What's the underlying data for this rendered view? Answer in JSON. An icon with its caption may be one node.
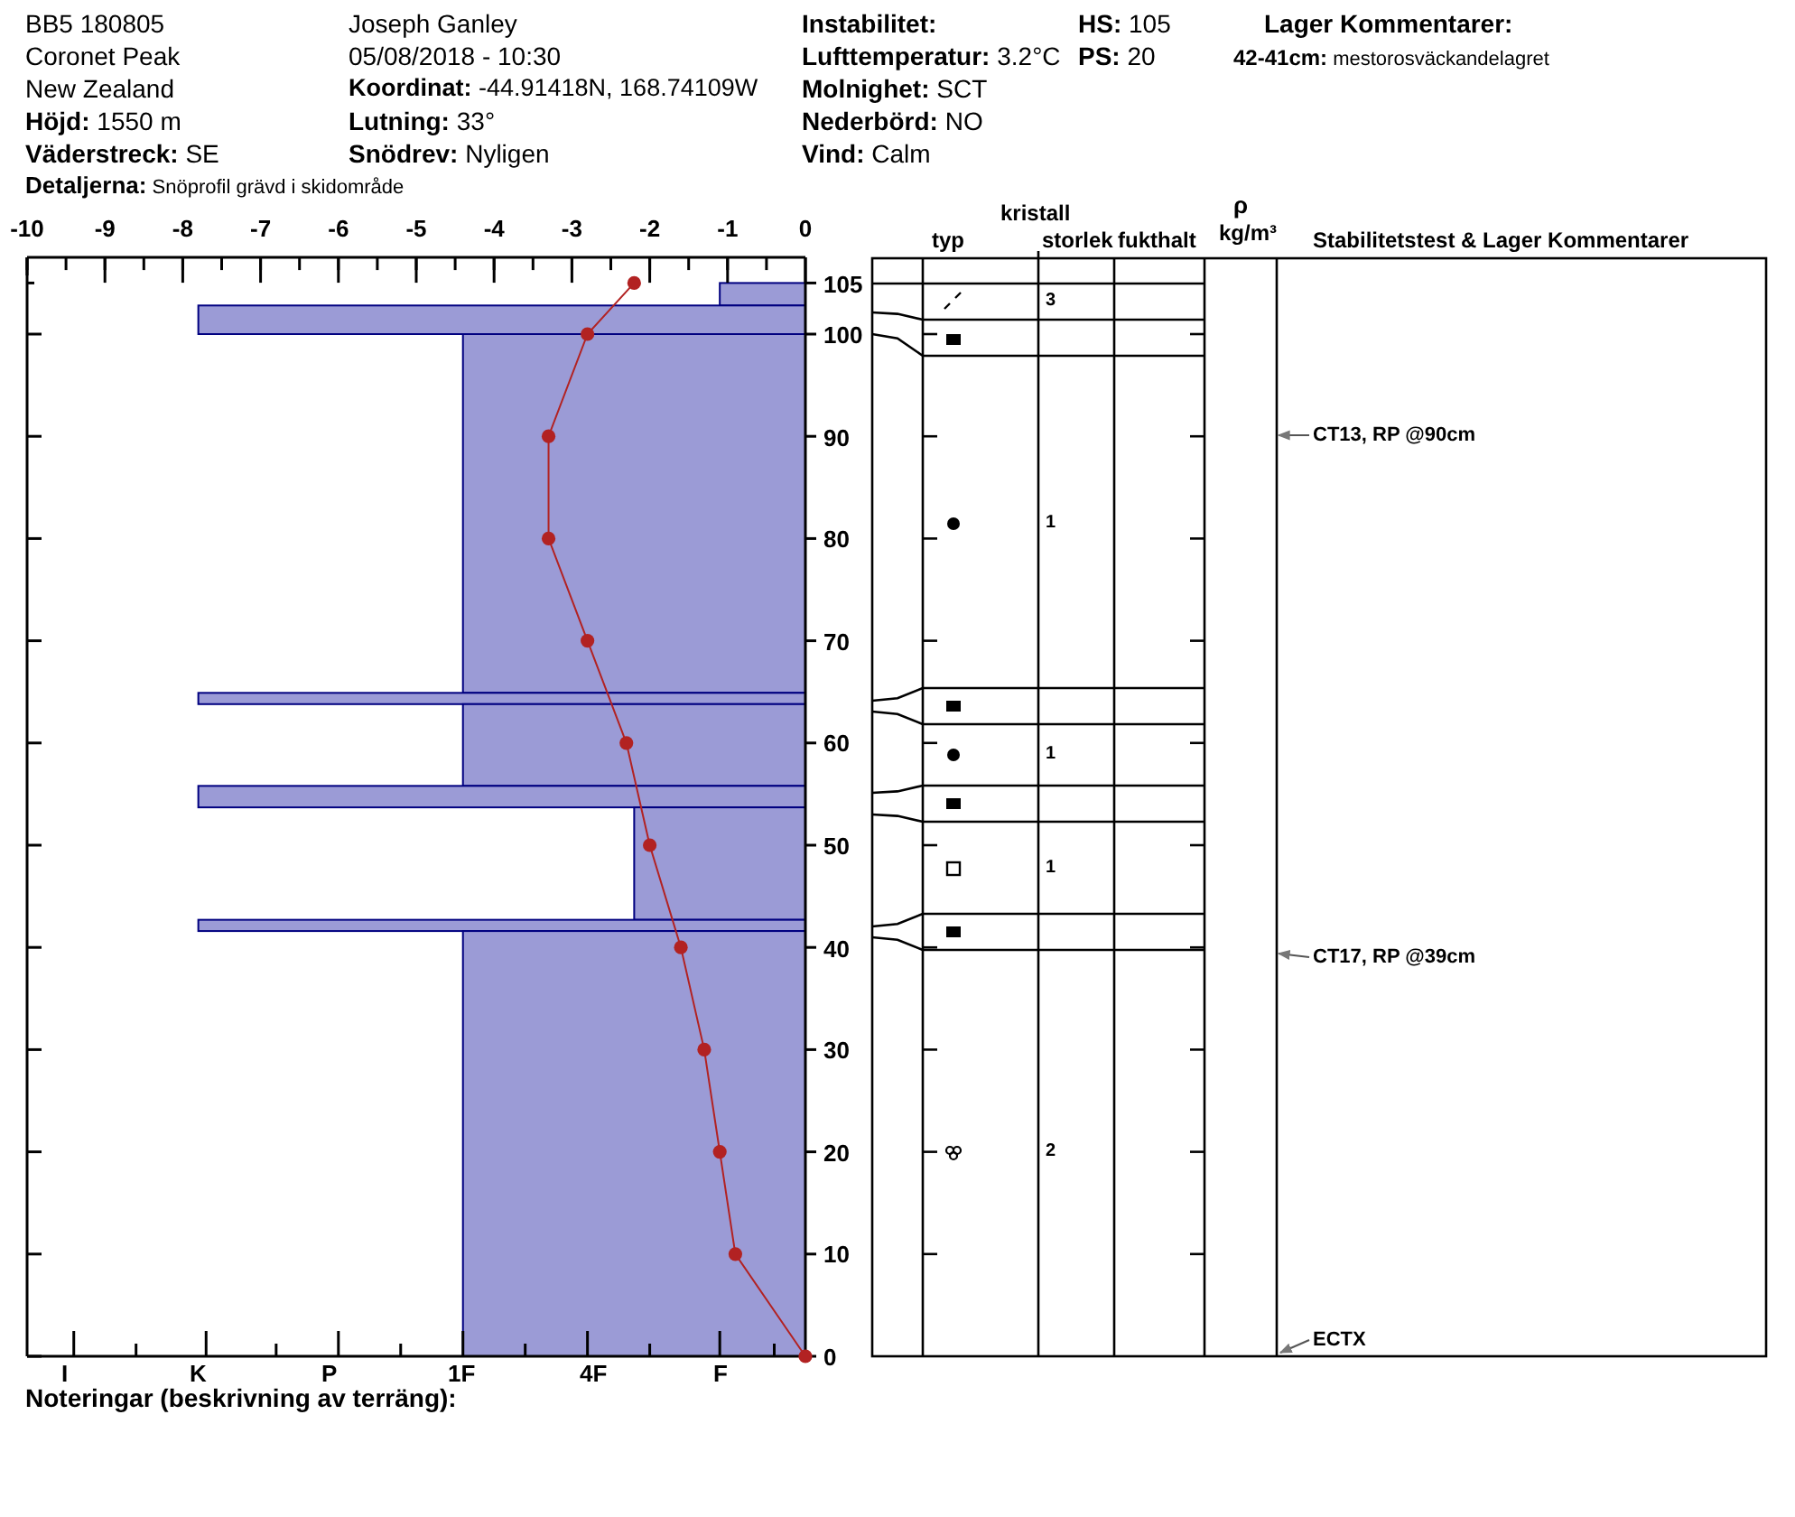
{
  "diagram": {
    "nodes": [
      {
        "text": [
          "CT13, RP @90cm"
        ]
      },
      {
        "text": [
          "CT17, RP @39cm"
        ]
      },
      {
        "text": [
          "ECTX"
        ]
      }
    ],
    "edges": [
      {
        "from": 0,
        "to": null,
        "arrow": "to"
      },
      {
        "from": 1,
        "to": null,
        "arrow": "to"
      },
      {
        "from": 2,
        "to": null,
        "arrow": "to"
      }
    ],
    "labels": [
      "BB5 180805",
      "Joseph Ganley",
      "Instabilitet:",
      "**HS:** 105",
      "Lager Kommentarer:",
      "Coronet Peak",
      "05/08/2018 - 10:30",
      "**Lufttemperatur:** 3.2°C",
      "**PS:** 20",
      "**42-41cm:** mestorosväckandelagret",
      "New Zealand",
      "**Koordinat:** -44.91418N, 168.74109W",
      "**Molnighet:** SCT",
      "**Höjd:** 1550 m",
      "**Lutning:** 33°",
      "**Nederbörd:** NO",
      "**Väderstreck:** SE",
      "**Snödrev:** Nyligen",
      "**Vind:**  Calm",
      "**Detaljerna:** Snöprofil grävd i skidområde",
      "kristall",
      "ρ",
      "typ",
      "storlek",
      "fukthalt",
      "kg/m³",
      "Stabilitetstest & Lager Kommentarer",
      "3",
      "1",
      "1",
      "1",
      "2",
      "I",
      "K",
      "P",
      "1F",
      "4F",
      "F",
      "Noteringar (beskrivning av terräng):"
    ],
    "chart_data": {
      "type": "line",
      "x": [
        -2.2,
        -2.8,
        -3.3,
        -3.3,
        -2.8,
        -2.3,
        -2.0,
        -1.6,
        -1.3,
        -1.1,
        -0.9,
        0
      ],
      "series": [
        {
          "color": "#b22222",
          "marker": "circle",
          "values": [
            105,
            100,
            90,
            80,
            70,
            60,
            50,
            40,
            30,
            20,
            10,
            0
          ]
        }
      ],
      "xlim": [
        -10,
        0
      ],
      "ylim": [
        0,
        107.5
      ],
      "xticks": [
        -10,
        -9,
        -8,
        -7,
        -6,
        -5,
        -4,
        -3,
        -2,
        -1,
        0
      ],
      "yticks": [
        105,
        100,
        90,
        80,
        70,
        60,
        50,
        40,
        30,
        20,
        10,
        0
      ]
    }
  }
}
